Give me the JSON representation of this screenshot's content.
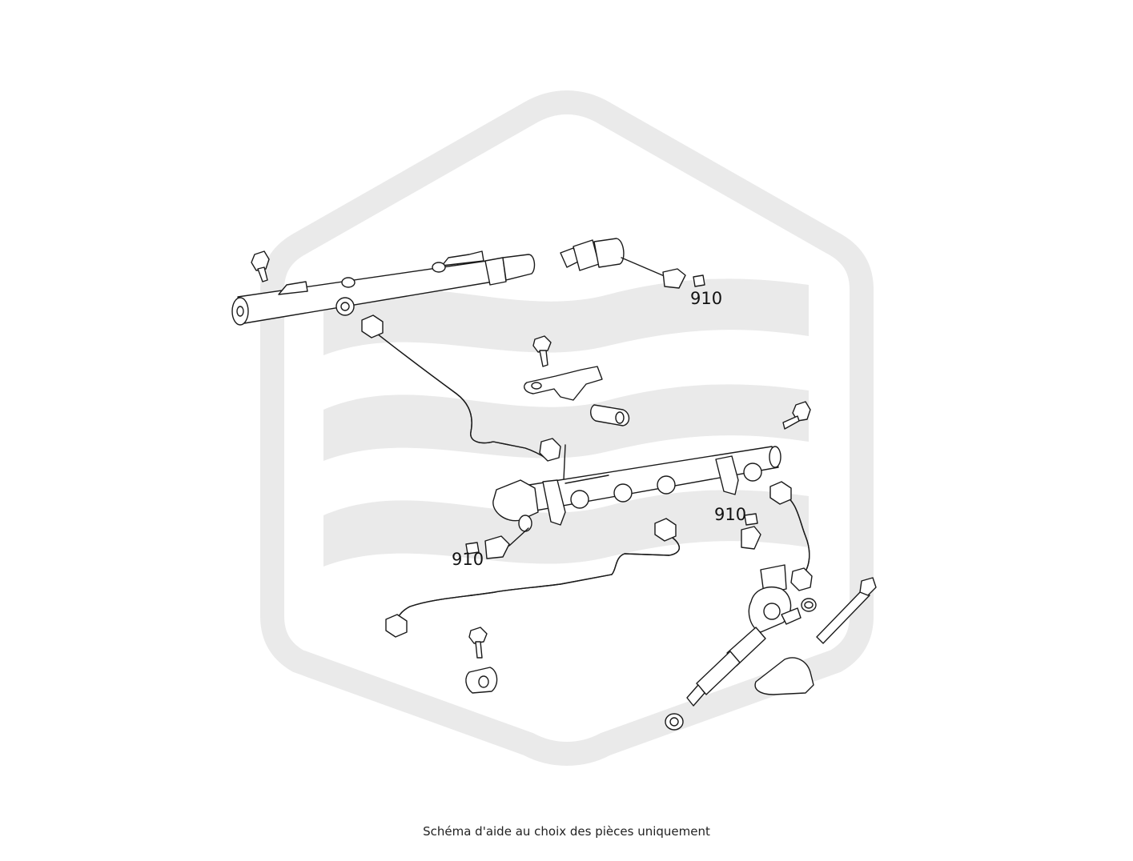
{
  "diagram": {
    "caption": "Schéma d'aide au choix des pièces uniquement",
    "callouts": [
      {
        "id": "upper-sensor",
        "label": "910"
      },
      {
        "id": "right-sensor",
        "label": "910"
      },
      {
        "id": "left-sensor",
        "label": "910"
      }
    ],
    "watermark": {
      "shape": "hexagon-wave-logo",
      "color": "#e9e9e9"
    },
    "parts": [
      "upper-fuel-rail",
      "pressure-sensor",
      "sensor-connector-upper",
      "upper-injection-line",
      "bracket-bolt",
      "rail-bracket",
      "rubber-damper",
      "lower-fuel-rail",
      "lower-rail-bolt",
      "right-injection-line",
      "lower-injection-line",
      "clamp-bolt",
      "pipe-clamp",
      "fuel-injector",
      "injector-bolt",
      "injector-clamp",
      "sealing-washer",
      "o-ring",
      "sensor-connector-right",
      "sensor-connector-left",
      "upper-rail-bolt"
    ]
  }
}
